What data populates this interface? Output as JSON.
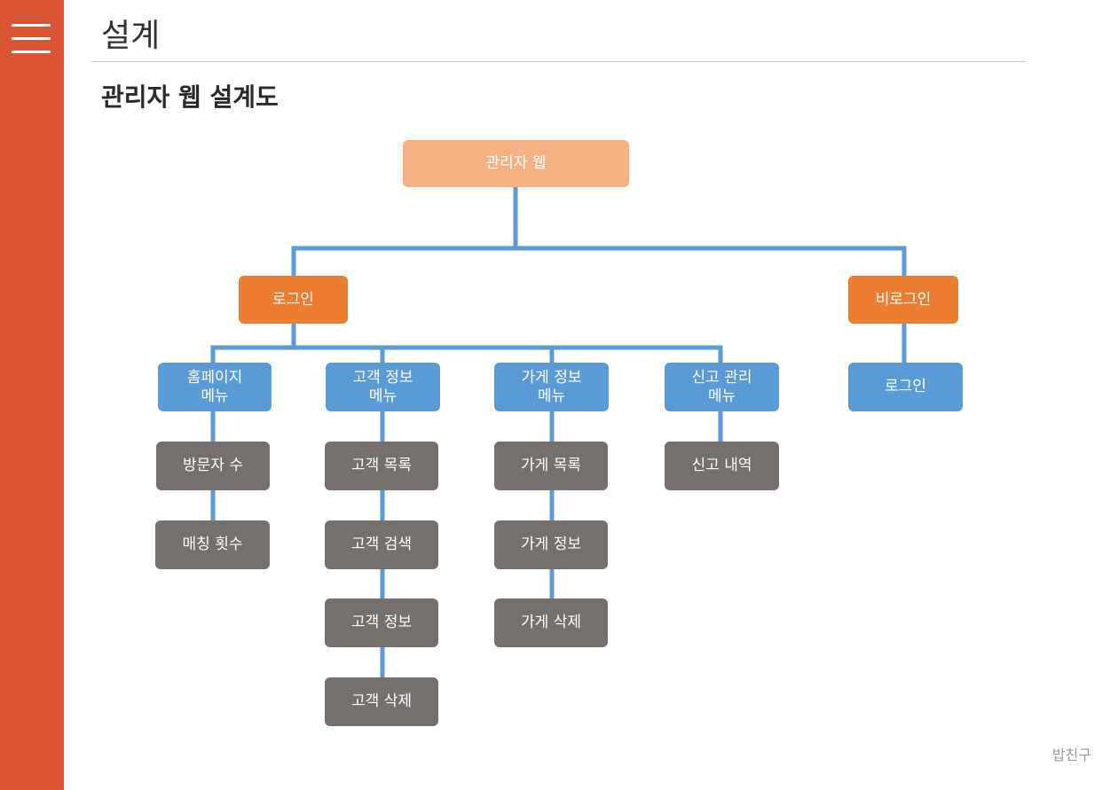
{
  "sidebar": {
    "accent_color": "#d95433",
    "menu_icon": "hamburger-menu-icon"
  },
  "header": {
    "title": "설계"
  },
  "subtitle": "관리자 웹 설계도",
  "diagram": {
    "root": "관리자 웹",
    "branches": [
      {
        "label": "로그인",
        "menus": [
          {
            "label": "홈페이지\n메뉴",
            "items": [
              "방문자 수",
              "매칭 횟수"
            ]
          },
          {
            "label": "고객 정보\n메뉴",
            "items": [
              "고객 목록",
              "고객 검색",
              "고객 정보",
              "고객 삭제"
            ]
          },
          {
            "label": "가게 정보\n메뉴",
            "items": [
              "가게 목록",
              "가게 정보",
              "가게 삭제"
            ]
          },
          {
            "label": "신고 관리\n메뉴",
            "items": [
              "신고 내역"
            ]
          }
        ]
      },
      {
        "label": "비로그인",
        "menus": [
          {
            "label": "로그인",
            "items": []
          }
        ]
      }
    ],
    "colors": {
      "root": "#f4b183",
      "branch": "#ed7d31",
      "menu": "#5b9bd5",
      "item": "#756f6e",
      "connector": "#5b9bd5"
    }
  },
  "footer": {
    "brand": "밥친구"
  }
}
